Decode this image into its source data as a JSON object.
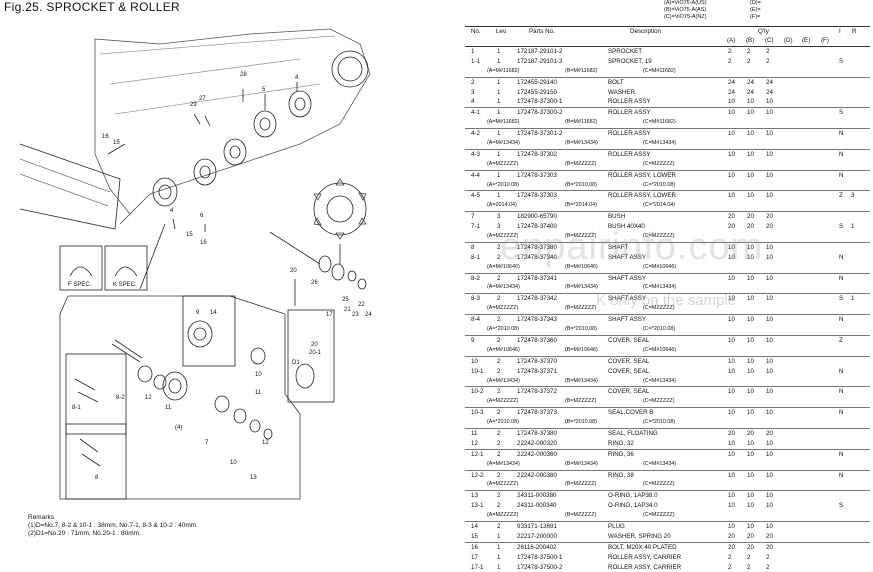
{
  "title": "Fig.25.  SPROCKET & ROLLER",
  "models": [
    {
      "code": "(A)=ViO75-A(US)",
      "other": "(D)="
    },
    {
      "code": "(B)=ViO75-A(AS)",
      "other": "(E)="
    },
    {
      "code": "(C)=ViO75-A(NZ)",
      "other": "(F)="
    }
  ],
  "headers": {
    "no": "No.",
    "lev": "Lev.",
    "parts_no": "Parts No.",
    "desc": "Description",
    "qty": "Q'ty",
    "a": "(A)",
    "b": "(B)",
    "c": "(C)",
    "d": "(D)",
    "e": "(E)",
    "f": "(F)",
    "i": "I",
    "r": "R"
  },
  "rows": [
    {
      "t": "p",
      "no": "1",
      "lev": "1",
      "pn": "172187-29101-2",
      "desc": "SPROCKET",
      "a": "2",
      "b": "2",
      "c": "2",
      "i": "",
      "r": ""
    },
    {
      "t": "p",
      "no": "1-1",
      "lev": "1",
      "pn": "172187-29101-3",
      "desc": "SPROCKET, 19",
      "a": "2",
      "b": "2",
      "c": "2",
      "i": "S",
      "r": ""
    },
    {
      "t": "r",
      "c1": "(A=M#11682)",
      "c2": "(B=M#11682)",
      "c3": "(C=M#11682)",
      "end": true
    },
    {
      "t": "p",
      "no": "2",
      "lev": "1",
      "pn": "172455-29140",
      "desc": "BOLT",
      "a": "24",
      "b": "24",
      "c": "24",
      "i": "",
      "r": ""
    },
    {
      "t": "p",
      "no": "3",
      "lev": "1",
      "pn": "172455-29150",
      "desc": "WASHER",
      "a": "24",
      "b": "24",
      "c": "24",
      "i": "",
      "r": ""
    },
    {
      "t": "p",
      "no": "4",
      "lev": "1",
      "pn": "172478-37300-1",
      "desc": "ROLLER ASSY",
      "a": "10",
      "b": "10",
      "c": "10",
      "i": "",
      "r": "",
      "end": true
    },
    {
      "t": "p",
      "no": "4-1",
      "lev": "1",
      "pn": "172478-37300-2",
      "desc": "ROLLER ASSY",
      "a": "10",
      "b": "10",
      "c": "10",
      "i": "S",
      "r": ""
    },
    {
      "t": "r",
      "c1": "(A=M#11682)",
      "c2": "(B=M#11682)",
      "c3": "(C=M#11682)",
      "end": true
    },
    {
      "t": "p",
      "no": "4-2",
      "lev": "1",
      "pn": "172478-37301-2",
      "desc": "ROLLER ASSY",
      "a": "10",
      "b": "10",
      "c": "10",
      "i": "N",
      "r": ""
    },
    {
      "t": "r",
      "c1": "(A=M#13434)",
      "c2": "(B=M#13434)",
      "c3": "(C=M#13434)",
      "end": true
    },
    {
      "t": "p",
      "no": "4-3",
      "lev": "1",
      "pn": "172478-37302",
      "desc": "ROLLER ASSY",
      "a": "10",
      "b": "10",
      "c": "10",
      "i": "N",
      "r": ""
    },
    {
      "t": "r",
      "c1": "(A=MZZZZZ)",
      "c2": "(B=MZZZZZ)",
      "c3": "(C=MZZZZZ)",
      "end": true
    },
    {
      "t": "p",
      "no": "4-4",
      "lev": "1",
      "pn": "172478-37303",
      "desc": "ROLLER ASSY, LOWER",
      "a": "10",
      "b": "10",
      "c": "10",
      "i": "N",
      "r": ""
    },
    {
      "t": "r",
      "c1": "(A=*2010.08)",
      "c2": "(B=*2010.08)",
      "c3": "(C=*2010.08)",
      "end": true
    },
    {
      "t": "p",
      "no": "4-5",
      "lev": "1",
      "pn": "172478-37303",
      "desc": "ROLLER ASSY, LOWER",
      "a": "10",
      "b": "10",
      "c": "10",
      "i": "Z",
      "r": "3"
    },
    {
      "t": "r",
      "c1": "(A=2014.04)",
      "c2": "(B=*2014.04)",
      "c3": "(C=*2014.04)",
      "end": true
    },
    {
      "t": "p",
      "no": "7",
      "lev": "3",
      "pn": "182900-65790",
      "desc": "BUSH",
      "a": "20",
      "b": "20",
      "c": "20",
      "i": "",
      "r": ""
    },
    {
      "t": "p",
      "no": "7-1",
      "lev": "3",
      "pn": "172478-37400",
      "desc": "BUSH 40X40",
      "a": "20",
      "b": "20",
      "c": "20",
      "i": "S",
      "r": "1"
    },
    {
      "t": "r",
      "c1": "(A=MZZZZZ)",
      "c2": "(B=MZZZZZ)",
      "c3": "(C=MZZZZZ)",
      "end": true
    },
    {
      "t": "p",
      "no": "8",
      "lev": "2",
      "pn": "172478-37380",
      "desc": "SHAFT",
      "a": "10",
      "b": "10",
      "c": "10",
      "i": "",
      "r": ""
    },
    {
      "t": "p",
      "no": "8-1",
      "lev": "2",
      "pn": "172478-37340",
      "desc": "SHAFT ASSY",
      "a": "10",
      "b": "10",
      "c": "10",
      "i": "N",
      "r": ""
    },
    {
      "t": "r",
      "c1": "(A=M#10646)",
      "c2": "(B=M#10646)",
      "c3": "(C=M#10646)",
      "end": true
    },
    {
      "t": "p",
      "no": "8-2",
      "lev": "2",
      "pn": "172478-37341",
      "desc": "SHAFT ASSY",
      "a": "10",
      "b": "10",
      "c": "10",
      "i": "N",
      "r": ""
    },
    {
      "t": "r",
      "c1": "(A=M#13434)",
      "c2": "(B=M#13434)",
      "c3": "(C=M#13434)",
      "end": true
    },
    {
      "t": "p",
      "no": "8-3",
      "lev": "2",
      "pn": "172478-37342",
      "desc": "SHAFT ASSY",
      "a": "10",
      "b": "10",
      "c": "10",
      "i": "S",
      "r": "1"
    },
    {
      "t": "r",
      "c1": "(A=MZZZZZ)",
      "c2": "(B=MZZZZZ)",
      "c3": "(C=MZZZZZ)",
      "end": true
    },
    {
      "t": "p",
      "no": "8-4",
      "lev": "2",
      "pn": "172478-37343",
      "desc": "SHAFT ASSY",
      "a": "10",
      "b": "10",
      "c": "10",
      "i": "N",
      "r": ""
    },
    {
      "t": "r",
      "c1": "(A=*2010.08)",
      "c2": "(B=*2010.08)",
      "c3": "(C=*2010.08)",
      "end": true
    },
    {
      "t": "p",
      "no": "9",
      "lev": "2",
      "pn": "172478-37360",
      "desc": "COVER, SEAL",
      "a": "10",
      "b": "10",
      "c": "10",
      "i": "Z",
      "r": ""
    },
    {
      "t": "r",
      "c1": "(A=M#10646)",
      "c2": "(B=M#10646)",
      "c3": "(C=M#10646)",
      "end": true
    },
    {
      "t": "p",
      "no": "10",
      "lev": "2",
      "pn": "172478-37370",
      "desc": "COVER, SEAL",
      "a": "10",
      "b": "10",
      "c": "10",
      "i": "",
      "r": ""
    },
    {
      "t": "p",
      "no": "10-1",
      "lev": "2",
      "pn": "172478-37371",
      "desc": "COVER, SEAL",
      "a": "10",
      "b": "10",
      "c": "10",
      "i": "N",
      "r": ""
    },
    {
      "t": "r",
      "c1": "(A=M#13434)",
      "c2": "(B=M#13434)",
      "c3": "(C=M#13434)",
      "end": true
    },
    {
      "t": "p",
      "no": "10-2",
      "lev": "2",
      "pn": "172478-37372",
      "desc": "COVER, SEAL",
      "a": "10",
      "b": "10",
      "c": "10",
      "i": "N",
      "r": ""
    },
    {
      "t": "r",
      "c1": "(A=MZZZZZ)",
      "c2": "(B=MZZZZZ)",
      "c3": "(C=MZZZZZ)",
      "end": true
    },
    {
      "t": "p",
      "no": "10-3",
      "lev": "2",
      "pn": "172478-37373",
      "desc": "SEAL,COVER B",
      "a": "10",
      "b": "10",
      "c": "10",
      "i": "N",
      "r": ""
    },
    {
      "t": "r",
      "c1": "(A=*2010.08)",
      "c2": "(B=*2010.08)",
      "c3": "(C=*2010.08)",
      "end": true
    },
    {
      "t": "p",
      "no": "11",
      "lev": "2",
      "pn": "172478-37380",
      "desc": "SEAL, FLOATING",
      "a": "20",
      "b": "20",
      "c": "20",
      "i": "",
      "r": ""
    },
    {
      "t": "p",
      "no": "12",
      "lev": "2",
      "pn": "22242-000320",
      "desc": "RING, 32",
      "a": "10",
      "b": "10",
      "c": "10",
      "i": "",
      "r": "",
      "end": true
    },
    {
      "t": "p",
      "no": "12-1",
      "lev": "2",
      "pn": "22242-000360",
      "desc": "RING, 36",
      "a": "10",
      "b": "10",
      "c": "10",
      "i": "N",
      "r": ""
    },
    {
      "t": "r",
      "c1": "(A=M#13434)",
      "c2": "(B=M#13434)",
      "c3": "(C=M#13434)",
      "end": true
    },
    {
      "t": "p",
      "no": "12-2",
      "lev": "2",
      "pn": "22242-000380",
      "desc": "RING, 38",
      "a": "10",
      "b": "10",
      "c": "10",
      "i": "N",
      "r": ""
    },
    {
      "t": "r",
      "c1": "(A=MZZZZZ)",
      "c2": "(B=MZZZZZ)",
      "c3": "(C=MZZZZZ)",
      "end": true
    },
    {
      "t": "p",
      "no": "13",
      "lev": "2",
      "pn": "24311-000380",
      "desc": "O-RING, 1AP38.0",
      "a": "10",
      "b": "10",
      "c": "10",
      "i": "",
      "r": ""
    },
    {
      "t": "p",
      "no": "13-1",
      "lev": "2",
      "pn": "24311-000340",
      "desc": "O-RING, 1AP34.0",
      "a": "10",
      "b": "10",
      "c": "10",
      "i": "S",
      "r": ""
    },
    {
      "t": "r",
      "c1": "(A=MZZZZZ)",
      "c2": "(B=MZZZZZ)",
      "c3": "(C=MZZZZZ)",
      "end": true
    },
    {
      "t": "p",
      "no": "14",
      "lev": "2",
      "pn": "933171-13691",
      "desc": "PLUG",
      "a": "10",
      "b": "10",
      "c": "10",
      "i": "",
      "r": ""
    },
    {
      "t": "p",
      "no": "15",
      "lev": "1",
      "pn": "22217-200000",
      "desc": "WASHER, SPRING 20",
      "a": "20",
      "b": "20",
      "c": "20",
      "i": "",
      "r": "",
      "end": true
    },
    {
      "t": "p",
      "no": "16",
      "lev": "1",
      "pn": "26116-200402",
      "desc": "BOLT, M20X 40 PLATED",
      "a": "20",
      "b": "20",
      "c": "20",
      "i": "",
      "r": ""
    },
    {
      "t": "p",
      "no": "17",
      "lev": "1",
      "pn": "172478-37500-1",
      "desc": "ROLLER ASSY, CARRIER",
      "a": "2",
      "b": "2",
      "c": "2",
      "i": "",
      "r": ""
    },
    {
      "t": "p",
      "no": "17-1",
      "lev": "1",
      "pn": "172478-37500-2",
      "desc": "ROLLER ASSY, CARRIER",
      "a": "2",
      "b": "2",
      "c": "2",
      "i": "",
      "r": ""
    }
  ],
  "remarks": {
    "title": "Remarks",
    "line1": "(1)D=No.7, 8-2 & 10-1 : 38mm, No.7-1, 8-3 & 10-2 : 40mm.",
    "line2": "(2)D1=No.20 : 71mm, No.20-1 : 80mm."
  },
  "diagram": {
    "callouts": [
      "28",
      "29",
      "27",
      "5",
      "4",
      "16",
      "15",
      "6",
      "4",
      "15",
      "16",
      "17",
      "20",
      "25",
      "26",
      "21",
      "22",
      "23",
      "24",
      "20",
      "20-1",
      "D1",
      "9",
      "14",
      "8-1",
      "8-2",
      "12",
      "11",
      "(4)",
      "7",
      "10",
      "13",
      "12",
      "10",
      "11",
      "8",
      "F SPEC.",
      "K SPEC."
    ],
    "spec_left": "F SPEC.",
    "spec_right": "K SPEC."
  },
  "watermark": "enpairinfo.com",
  "watermark2": "K only on the sample"
}
